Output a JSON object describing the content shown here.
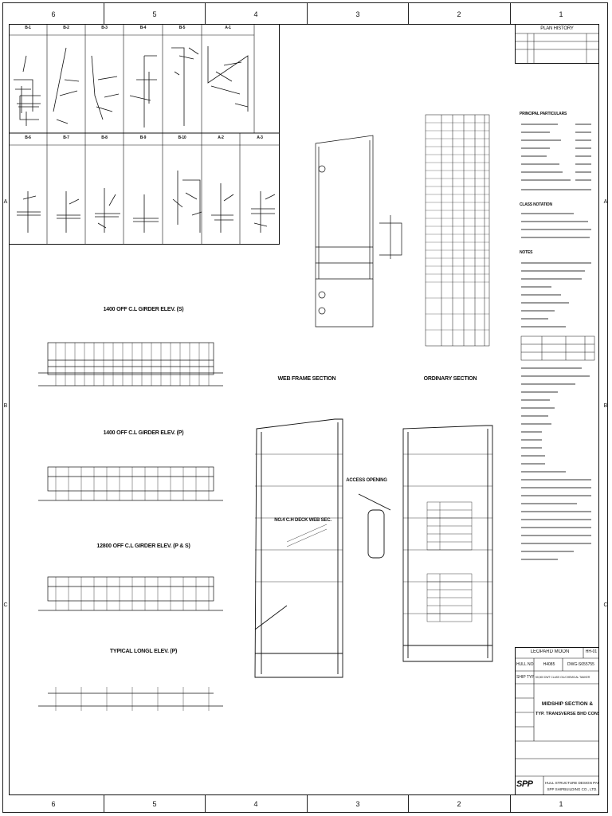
{
  "grid": {
    "columns": [
      "6",
      "5",
      "4",
      "3",
      "2",
      "1"
    ],
    "rows": [
      "A",
      "B",
      "C"
    ]
  },
  "details_top": {
    "row1_labels": [
      "B-1",
      "B-2",
      "B-3",
      "B-4",
      "B-5",
      "A-1"
    ],
    "row2_labels": [
      "B-6",
      "B-7",
      "B-8",
      "B-9",
      "B-10",
      "A-2",
      "A-3"
    ]
  },
  "girder_elevations": [
    {
      "title": "1400 OFF C.L GIRDER ELEV. (S)"
    },
    {
      "title": "1400 OFF C.L GIRDER ELEV. (P)"
    },
    {
      "title": "12800 OFF C.L GIRDER ELEV. (P & S)"
    },
    {
      "title": "TYPICAL LONGL ELEV. (P)"
    }
  ],
  "sections": {
    "web_frame": "WEB FRAME SECTION",
    "ordinary": "ORDINARY SECTION",
    "access_opening": "ACCESS OPENING",
    "no4_web": "NO.4 C.H DECK WEB SEC."
  },
  "plan_history": {
    "title": "PLAN HISTORY"
  },
  "notes": {
    "heading": "NOTES",
    "principal": "PRINCIPAL PARTICULARS",
    "class": "CLASS NOTATION"
  },
  "title_block": {
    "ship_name": "LEOPARD MOON",
    "ship_no": "HH-01",
    "hull_no_label": "HULL NO.",
    "hull_no": "H4085",
    "dwg_no": "DWG-S655755",
    "ship_type_label": "SHIP TYPE",
    "ship_type": "50,000 DWT CLASS OIL/CHEMICAL TANKER",
    "title_line1": "MIDSHIP SECTION &",
    "title_line2": "TYP. TRANSVERSE BHD CONST.",
    "dept": "HULL STRUCTURE DESIGN PART",
    "company": "SPP SHIPBUILDING CO., LTD.",
    "logo": "SPP"
  },
  "colors": {
    "line": "#111111",
    "paper": "#ffffff"
  }
}
